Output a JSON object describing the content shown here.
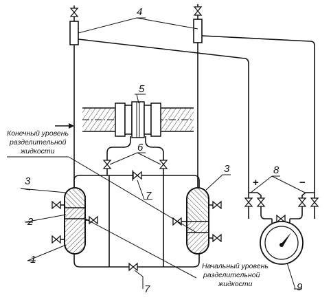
{
  "diagram": {
    "callouts": {
      "c1": "1",
      "c2": "2",
      "c3_left": "3",
      "c3_right": "3",
      "c4": "4",
      "c5": "5",
      "c6": "6",
      "c7_top": "7",
      "c7_bottom": "7",
      "c8": "8",
      "c9": "9"
    },
    "notes": {
      "final_level": [
        "Конечный уровень",
        "разделительной",
        "жидкости"
      ],
      "initial_level": [
        "Начальный уровень",
        "разделительной",
        "жидкости"
      ]
    },
    "signs": {
      "plus": "+",
      "minus": "−"
    }
  }
}
